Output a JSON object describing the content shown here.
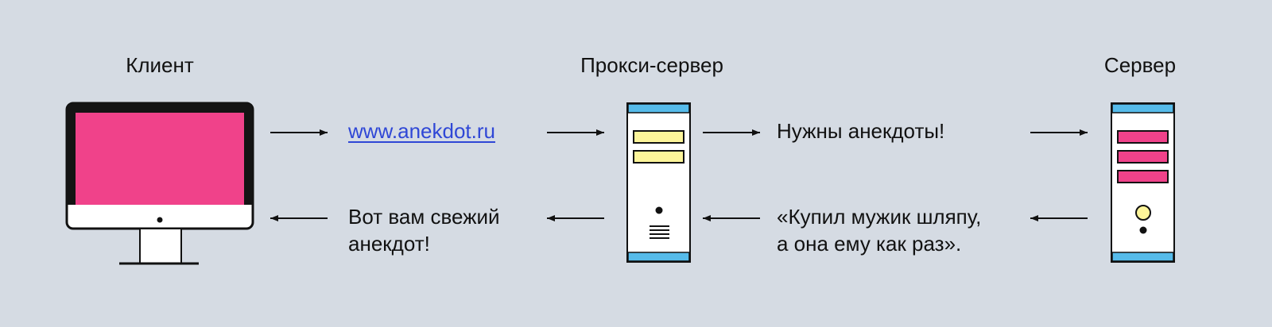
{
  "labels": {
    "client": "Клиент",
    "proxy": "Прокси-сервер",
    "server": "Сервер"
  },
  "messages": {
    "request_url": "www.anekdot.ru",
    "proxy_request": "Нужны анекдоты!",
    "server_response_line1": "«Купил мужик шляпу,",
    "server_response_line2": "а она ему как раз».",
    "proxy_response_line1": "Вот вам свежий",
    "proxy_response_line2": "анекдот!"
  },
  "colors": {
    "background": "#d5dbe3",
    "screen": "#f0428a",
    "blue": "#56bbea",
    "yellow": "#fdf59a",
    "link": "#2f47d6"
  }
}
